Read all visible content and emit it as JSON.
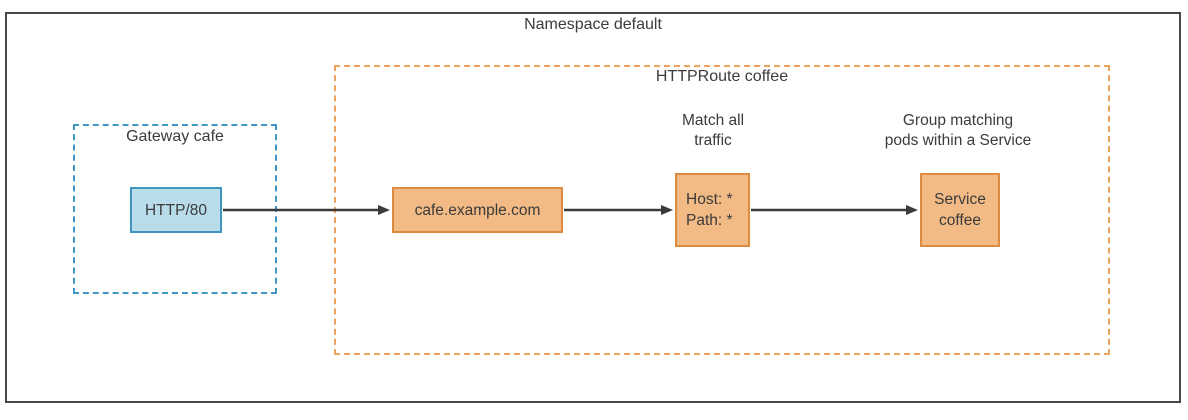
{
  "namespace": {
    "label": "Namespace default"
  },
  "groups": {
    "httproute": {
      "label": "HTTPRoute coffee"
    },
    "gateway": {
      "label": "Gateway cafe"
    }
  },
  "nodes": {
    "listener": {
      "label": "HTTP/80"
    },
    "hostname": {
      "label": "cafe.example.com"
    },
    "match": {
      "label": "Host: *\nPath: *",
      "caption": "Match all\ntraffic"
    },
    "service": {
      "label": "Service\ncoffee",
      "caption": "Group matching\npods within a Service"
    }
  },
  "colors": {
    "canvas_bg": "#ffffff",
    "outer_border": "#474747",
    "route_dash": "#eda25e",
    "gateway_dash": "#3f97c6",
    "blue_fill": "#b9dcea",
    "blue_border": "#4295bc",
    "orange_fill": "#f2ba84",
    "orange_border": "#dd8b3e",
    "arrow": "#3a3a3a",
    "text": "#3b3b3b"
  }
}
